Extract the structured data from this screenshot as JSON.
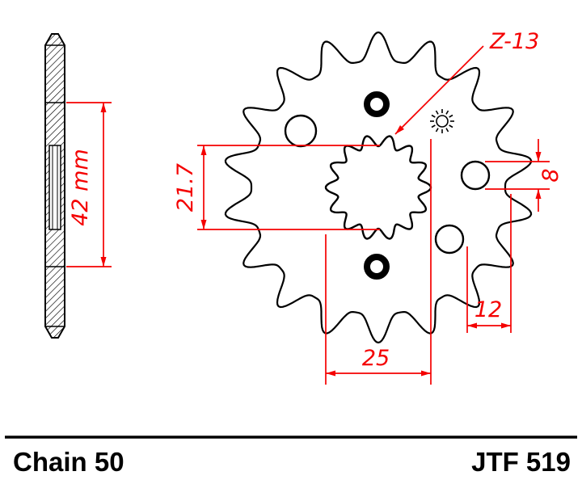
{
  "page": {
    "background": "#ffffff"
  },
  "footer": {
    "chain_label": "Chain 50",
    "part_number": "JTF 519"
  },
  "dimensions": {
    "hub_width": "42 mm",
    "tooth_count": "Z-13",
    "spline_inner_diameter": "21.7",
    "hole_diameter": "8",
    "hole_offset": "12",
    "spline_outer_diameter": "25"
  },
  "colors": {
    "dimension": "#f40000",
    "line": "#000000",
    "background": "#ffffff"
  }
}
